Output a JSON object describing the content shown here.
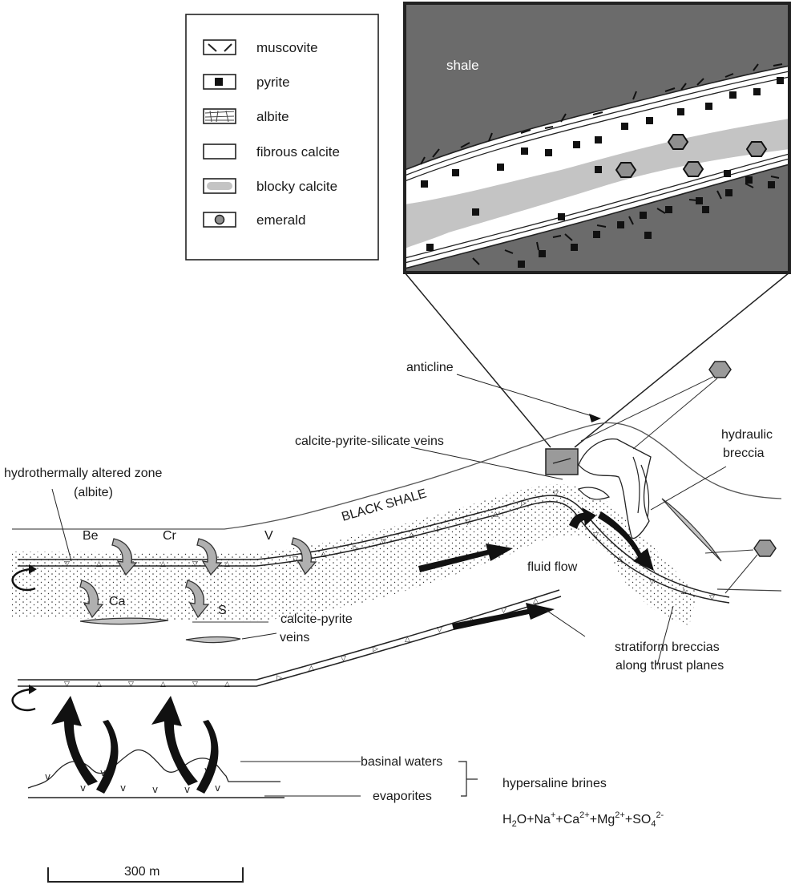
{
  "legend": {
    "items": [
      {
        "label": "muscovite",
        "symbol": "muscovite"
      },
      {
        "label": "pyrite",
        "symbol": "pyrite"
      },
      {
        "label": "albite",
        "symbol": "albite"
      },
      {
        "label": "fibrous calcite",
        "symbol": "fibrous-calcite"
      },
      {
        "label": "blocky calcite",
        "symbol": "blocky-calcite"
      },
      {
        "label": "emerald",
        "symbol": "emerald"
      }
    ]
  },
  "inset": {
    "shale_label": "shale"
  },
  "cross_section": {
    "anticline": "anticline",
    "calcite_pyrite_silicate_veins": "calcite-pyrite-silicate veins",
    "hydraulic_breccia_line1": "hydraulic",
    "hydraulic_breccia_line2": "breccia",
    "altered_zone_line1": "hydrothermally altered zone",
    "altered_zone_line2": "(albite)",
    "black_shale": "BLACK SHALE",
    "element_be": "Be",
    "element_cr": "Cr",
    "element_v": "V",
    "element_ca": "Ca",
    "element_s": "S",
    "fluid_flow": "fluid flow",
    "calcite_pyrite_veins_line1": "calcite-pyrite",
    "calcite_pyrite_veins_line2": "veins",
    "stratiform_line1": "stratiform breccias",
    "stratiform_line2": "along thrust planes"
  },
  "source": {
    "basinal_waters": "basinal waters",
    "evaporites": "evaporites",
    "hypersaline_brines": "hypersaline brines",
    "formula": {
      "h": "H",
      "two": "2",
      "o_na": "O+Na",
      "plus1": "+",
      "ca": "+Ca",
      "two_plus_a": "2+",
      "mg": "+Mg",
      "two_plus_b": "2+",
      "so": "+SO",
      "four": "4",
      "two_minus": "2-"
    }
  },
  "scale_bar": {
    "label": "300 m"
  },
  "colors": {
    "shale_dark": "#6b6b6b",
    "blocky_calcite": "#c4c4c4",
    "inset_border": "#222222",
    "arrow_grey": "#b0b0b0",
    "emerald_fill": "#8f8f8f",
    "vein_box": "#9a9a9a"
  }
}
